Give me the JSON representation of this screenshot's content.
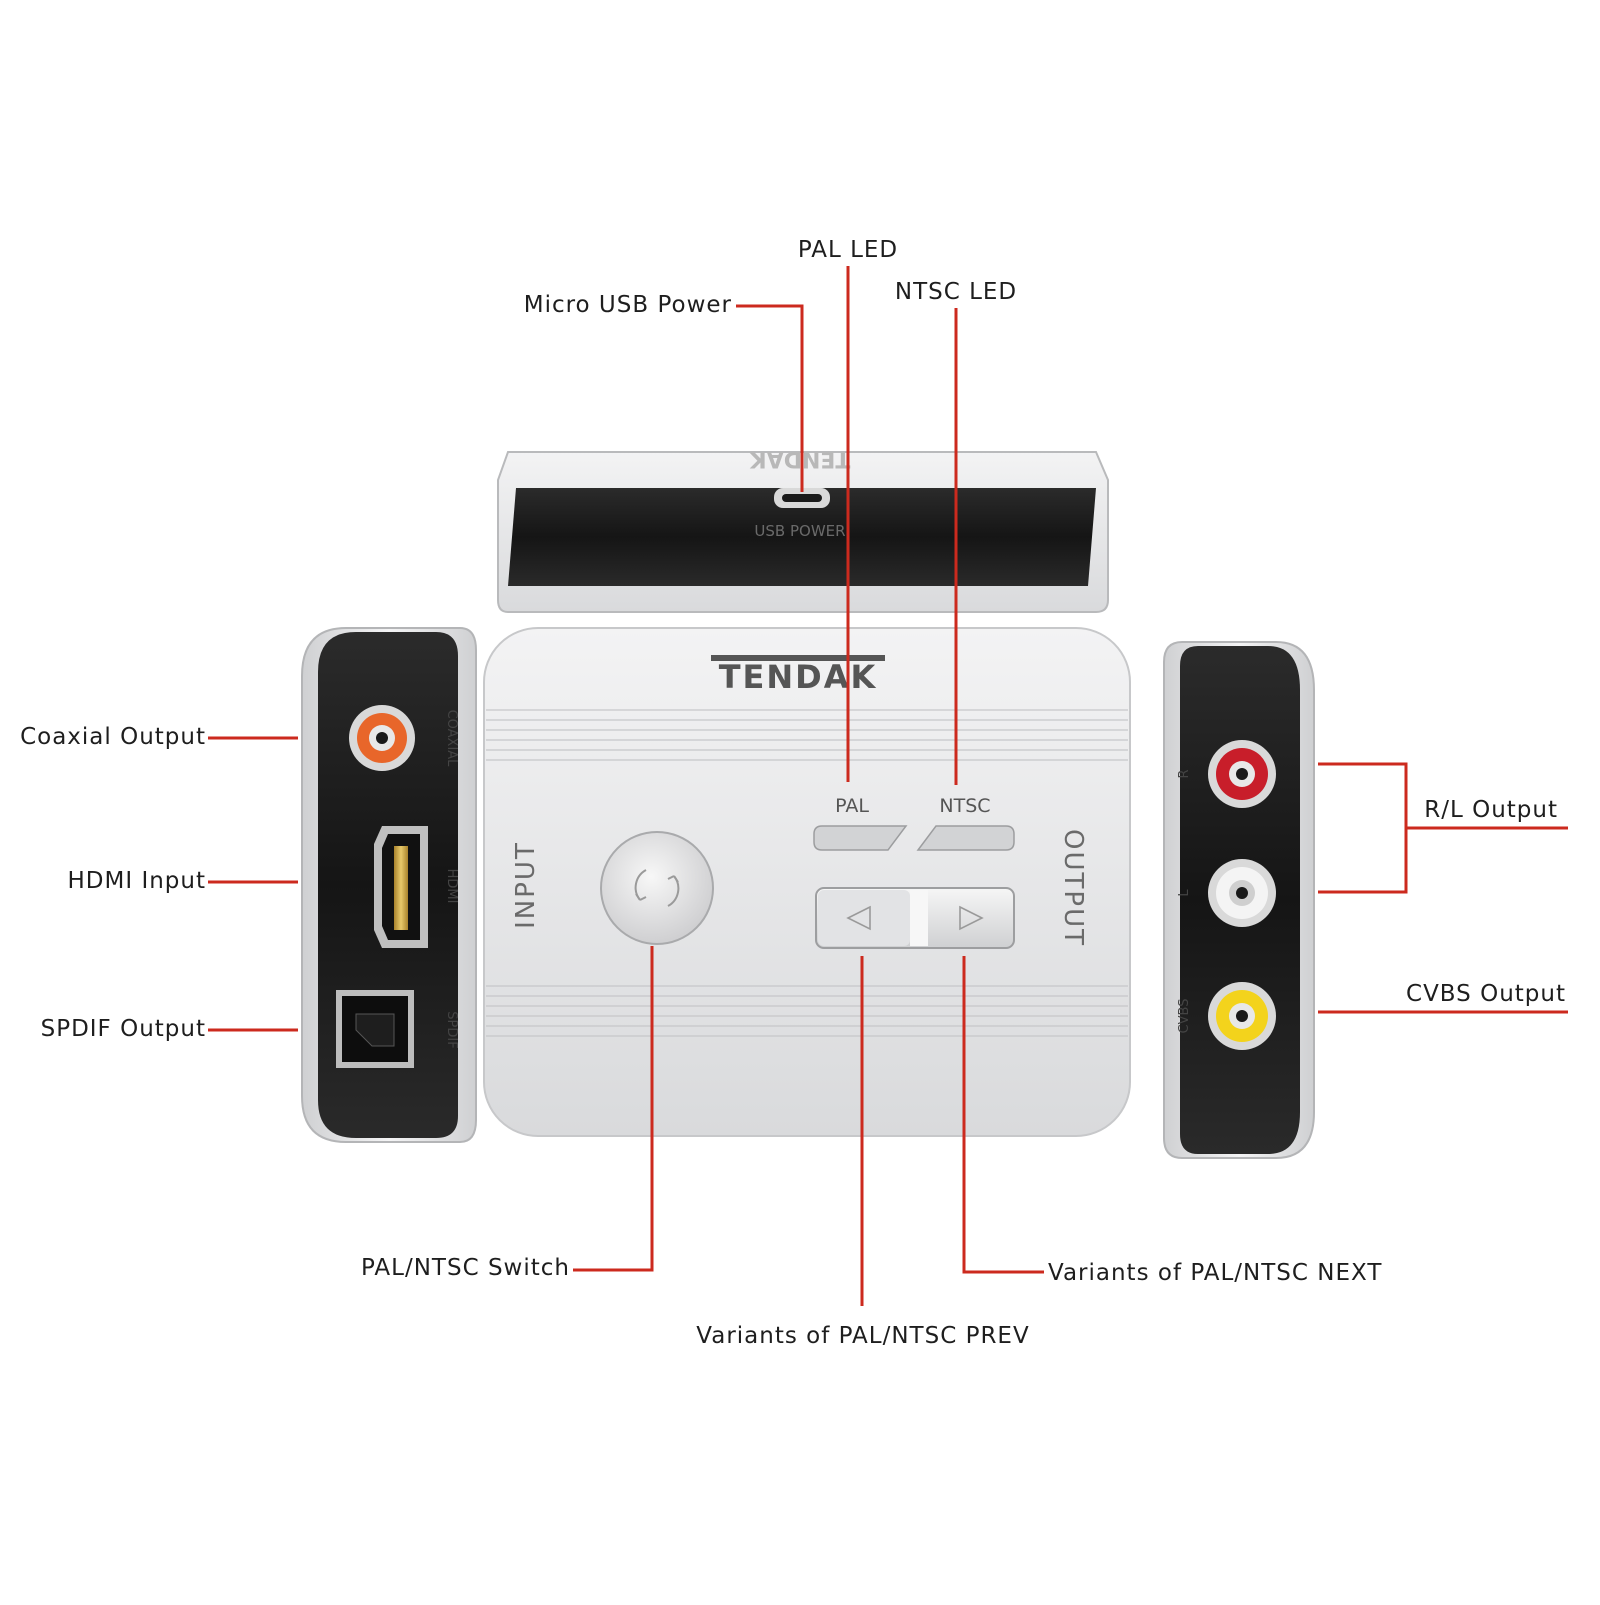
{
  "brand": {
    "logo_text": "TENDAK"
  },
  "device": {
    "top_port_label": "USB  POWER",
    "led_pal": "PAL",
    "led_ntsc": "NTSC",
    "input_side": "INPUT",
    "output_side": "OUTPUT",
    "left_ports": [
      "COAXIAL",
      "HDMI",
      "SPDIF"
    ],
    "right_ports": [
      "R",
      "L",
      "CVBS"
    ]
  },
  "callouts": {
    "pal_led": "PAL LED",
    "ntsc_led": "NTSC LED",
    "micro_usb_power": "Micro USB Power",
    "coaxial_output": "Coaxial Output",
    "hdmi_input": "HDMI Input",
    "spdif_output": "SPDIF Output",
    "rl_output": "R/L Output",
    "cvbs_output": "CVBS Output",
    "pal_ntsc_switch": "PAL/NTSC Switch",
    "prev": "Variants of PAL/NTSC PREV",
    "next": "Variants of PAL/NTSC NEXT"
  },
  "colors": {
    "leader_line": "#cc2a1e",
    "device_silver": "#e3e4e6",
    "port_panel": "#1c1c1c",
    "coax_jack": "#e8662a",
    "audio_r_jack": "#c81e2a",
    "audio_l_jack": "#f4f4f4",
    "video_jack": "#f3d31c"
  }
}
